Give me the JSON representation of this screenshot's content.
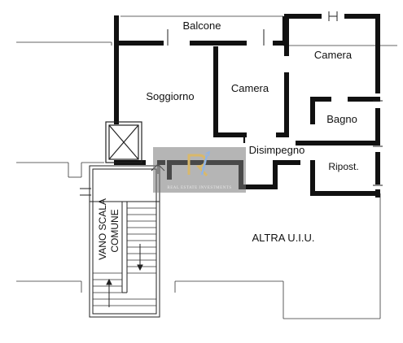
{
  "rooms": {
    "balcone": "Balcone",
    "camera_top": "Camera",
    "camera_mid": "Camera",
    "soggiorno": "Soggiorno",
    "bagno": "Bagno",
    "disimpegno": "Disimpegno",
    "ripost": "Ripost.",
    "altra_uiu": "ALTRA U.I.U."
  },
  "stair": {
    "line1": "VANO SCALA",
    "line2": "COMUNE"
  },
  "watermark": {
    "logo_text": "RI",
    "caption": "REAL ESTATE INVESTMENTS"
  },
  "colors": {
    "wall": "#111111",
    "thin": "#333333",
    "watermark_bg": "#7a7a7a",
    "logo_gold": "#d9b86a",
    "logo_blue": "#8fb4e6"
  }
}
